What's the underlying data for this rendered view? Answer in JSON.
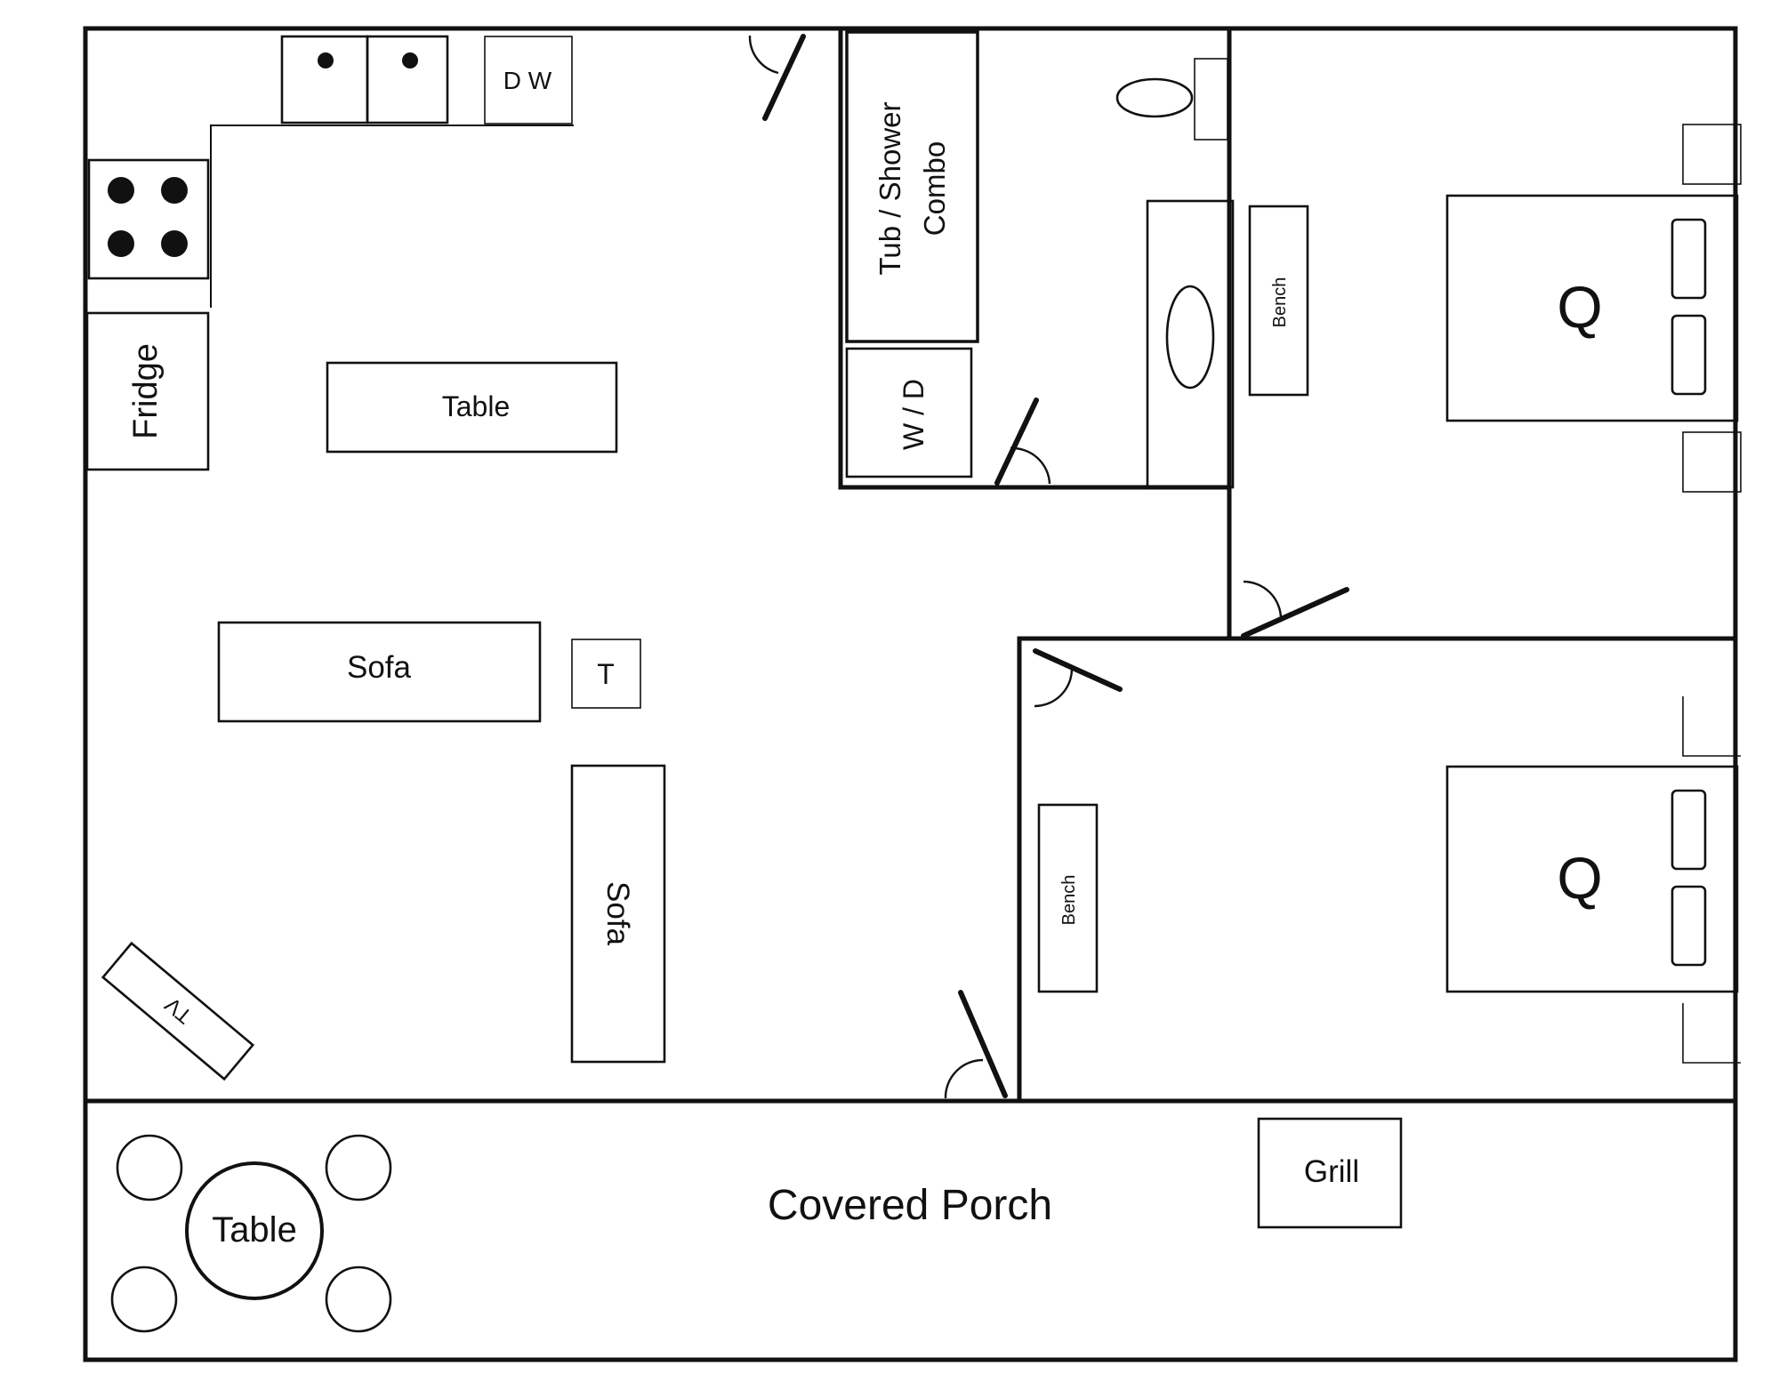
{
  "labels": {
    "dishwasher": "D W",
    "fridge": "Fridge",
    "kitchen_table": "Table",
    "tub": [
      "Tub / Shower",
      "Combo"
    ],
    "washer_dryer": "W / D",
    "bench_1": "Bench",
    "bench_2": "Bench",
    "bed_1": "Q",
    "bed_2": "Q",
    "sofa_1": "Sofa",
    "sofa_2": "Sofa",
    "side_table": "T",
    "tv": "TV",
    "porch": "Covered Porch",
    "porch_table": "Table",
    "grill": "Grill"
  }
}
